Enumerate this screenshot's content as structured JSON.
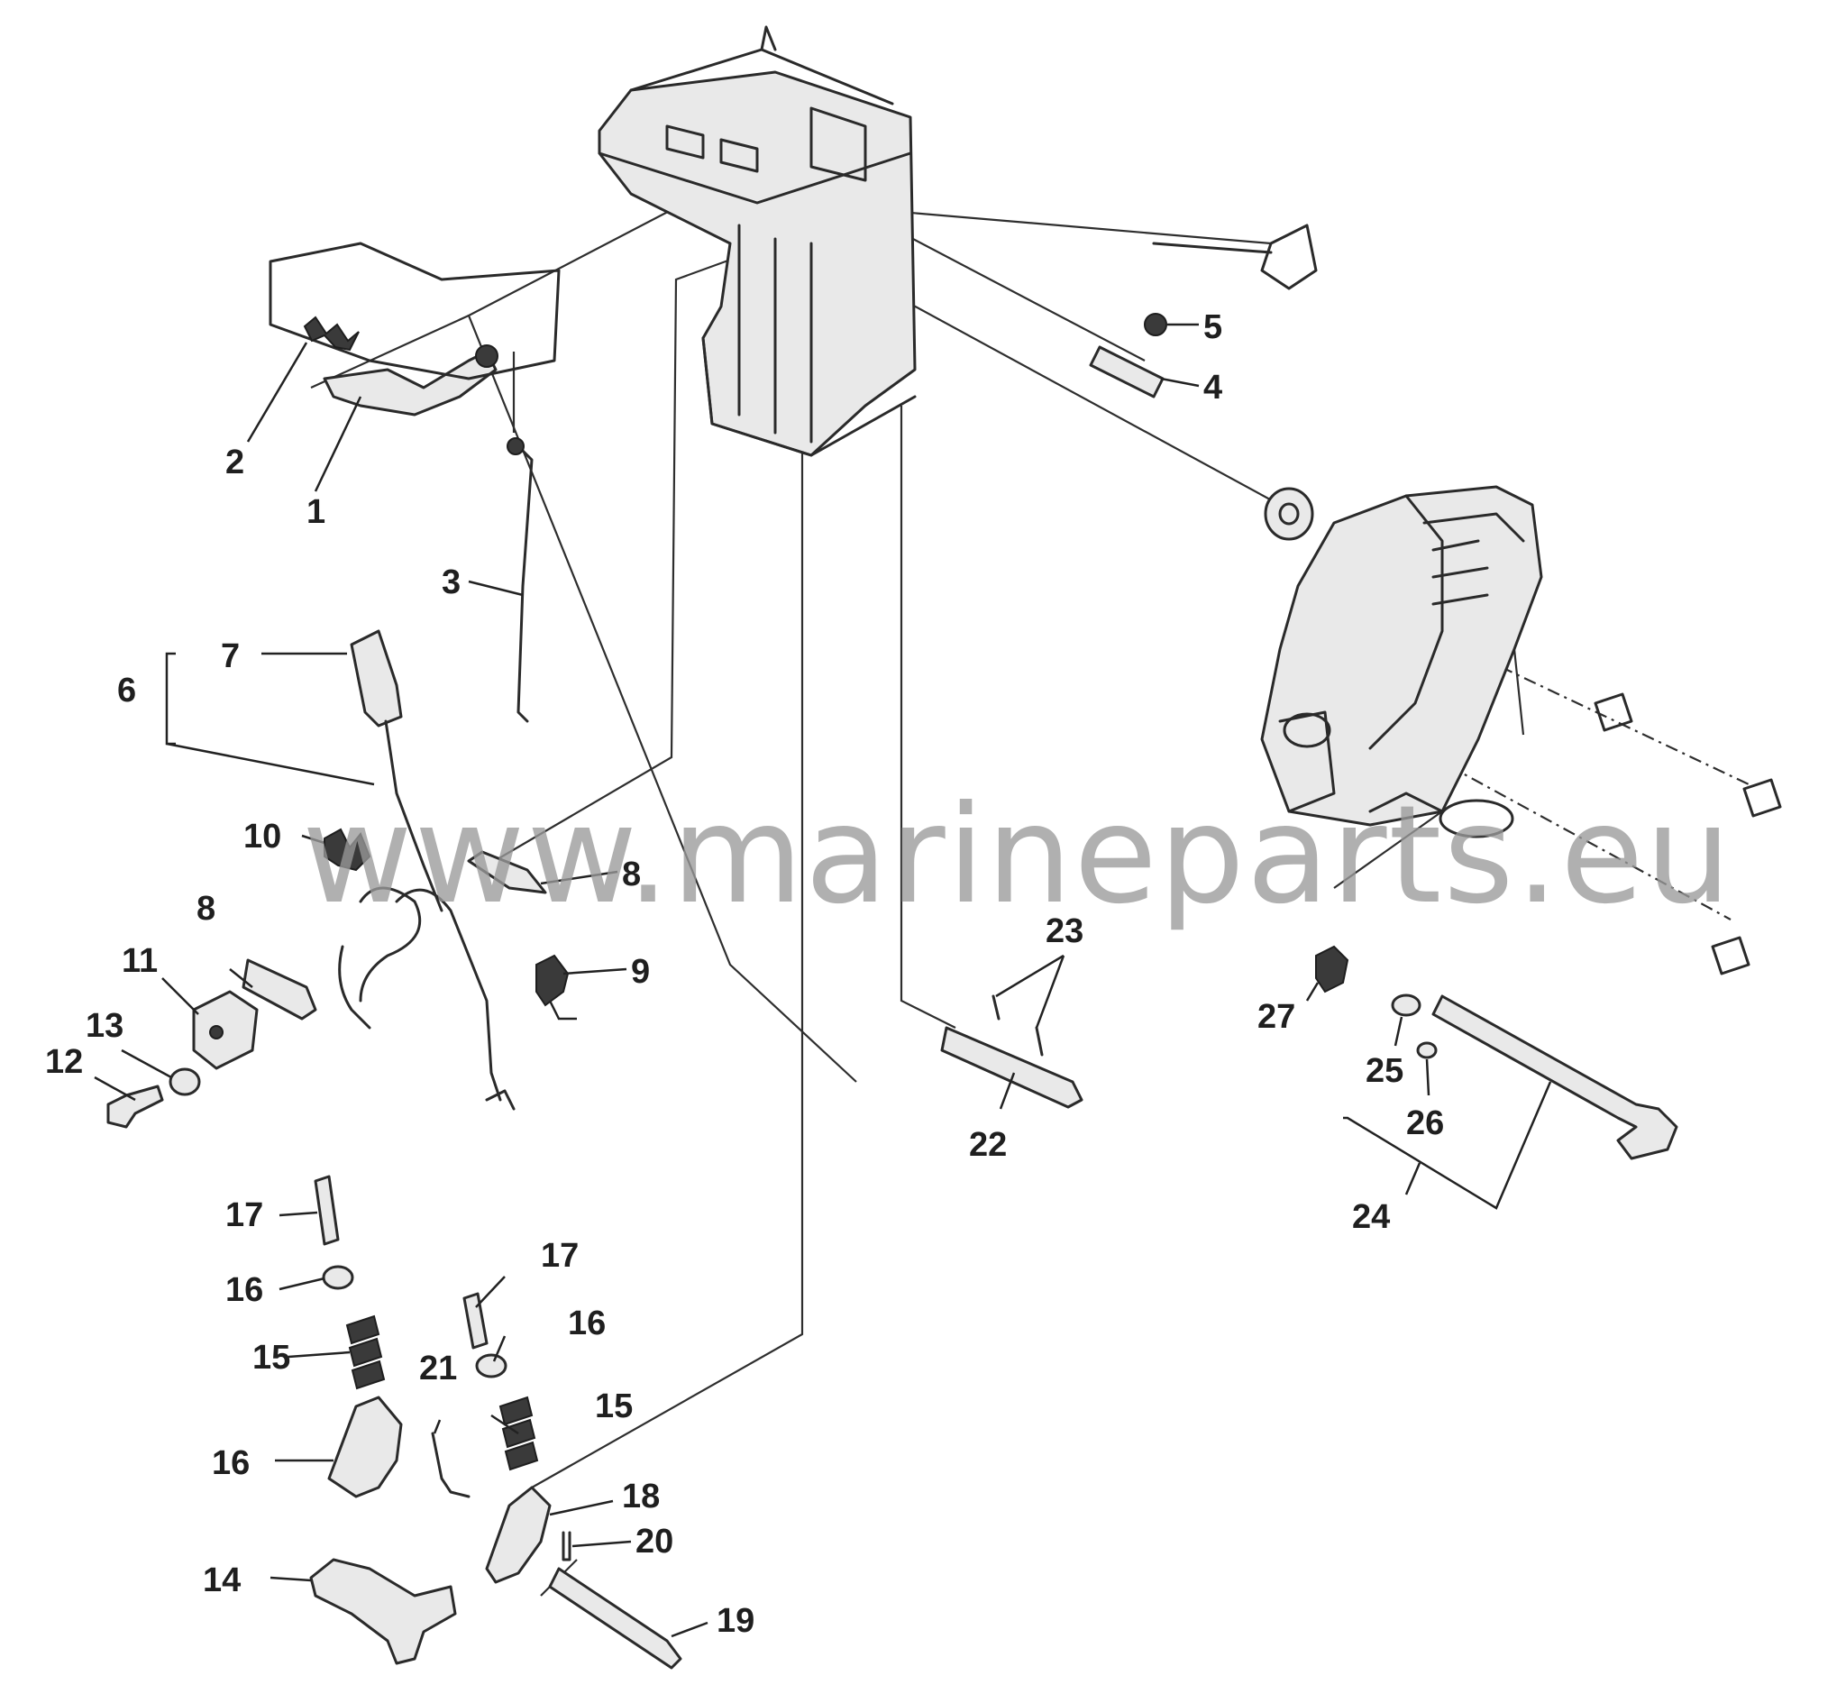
{
  "watermark": "www.marineparts.eu",
  "callouts": {
    "c1": "1",
    "c2": "2",
    "c3": "3",
    "c4": "4",
    "c5": "5",
    "c6": "6",
    "c7": "7",
    "c8a": "8",
    "c8b": "8",
    "c9": "9",
    "c10": "10",
    "c11": "11",
    "c12": "12",
    "c13": "13",
    "c14": "14",
    "c15a": "15",
    "c15b": "15",
    "c16a": "16",
    "c16b": "16",
    "c16c": "16",
    "c17a": "17",
    "c17b": "17",
    "c18": "18",
    "c19": "19",
    "c20": "20",
    "c21": "21",
    "c22": "22",
    "c23": "23",
    "c24": "24",
    "c25": "25",
    "c26": "26",
    "c27": "27"
  }
}
